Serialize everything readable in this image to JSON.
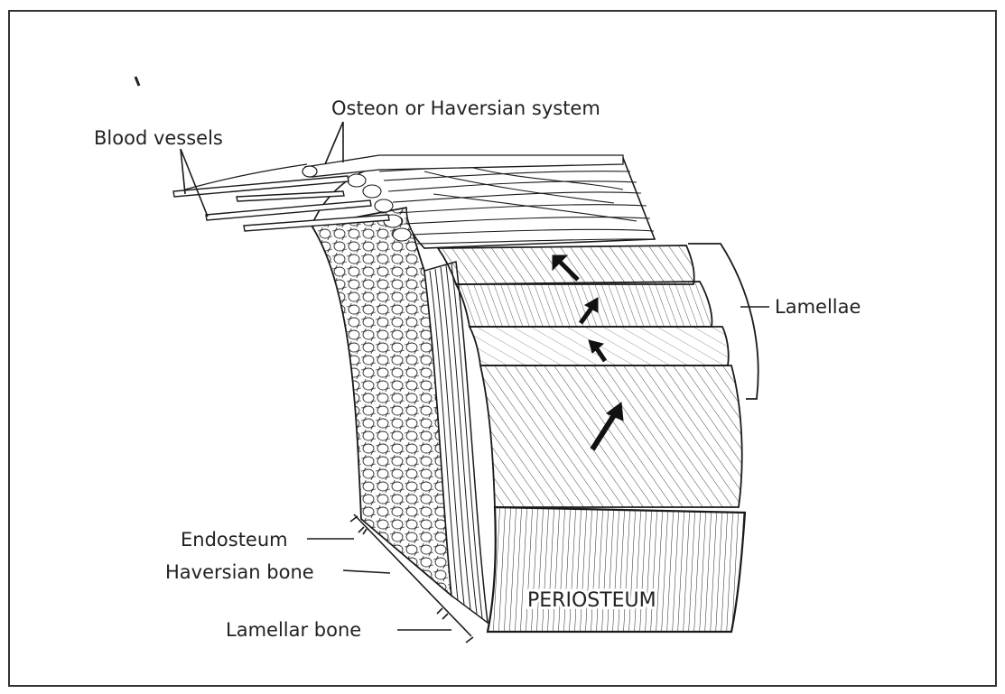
{
  "diagram": {
    "labels": {
      "blood_vessels": "Blood vessels",
      "osteon": "Osteon or Haversian system",
      "lamellae": "Lamellae",
      "endosteum": "Endosteum",
      "haversian_bone": "Haversian bone",
      "lamellar_bone": "Lamellar bone",
      "periosteum": "PERIOSTEUM"
    },
    "colors": {
      "ink": "#1a1a1a",
      "paper": "#ffffff"
    }
  }
}
